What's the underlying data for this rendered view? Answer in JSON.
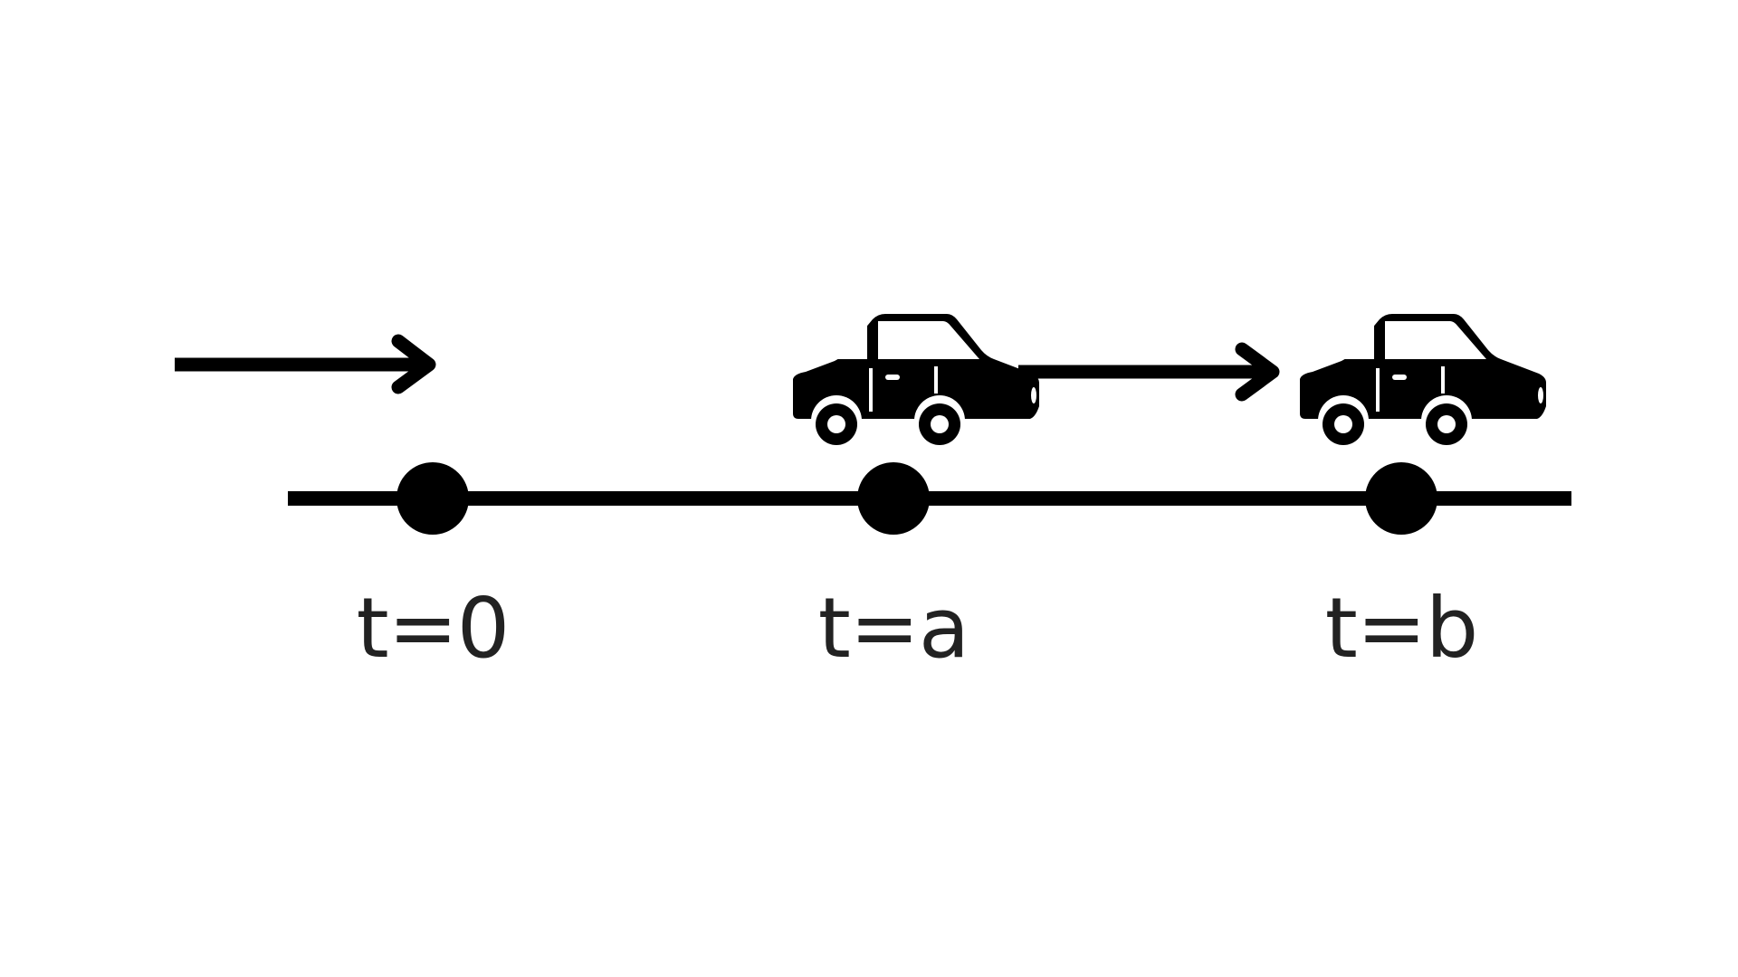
{
  "diagram": {
    "colors": {
      "background": "#ffffff",
      "ink": "#000000",
      "label": "#222222"
    },
    "timeline": {
      "points": [
        {
          "label": "t=0"
        },
        {
          "label": "t=a"
        },
        {
          "label": "t=b"
        }
      ]
    },
    "icons": {
      "arrow": "right-arrow-icon",
      "car": "car-icon"
    }
  }
}
